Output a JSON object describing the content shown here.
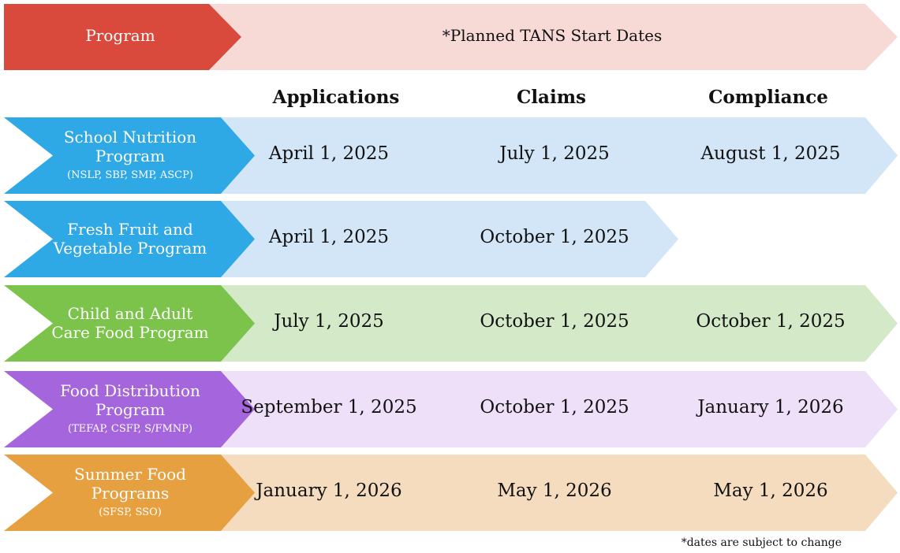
{
  "header": {
    "program_label": "Program",
    "title": "*Planned TANS Start Dates",
    "program_color": "#d9493c",
    "title_color": "#f7d9d6"
  },
  "columns": [
    "Applications",
    "Claims",
    "Compliance"
  ],
  "rows": [
    {
      "name_lines": [
        "School Nutrition",
        "Program"
      ],
      "subtitle": "(NSLP, SBP, SMP, ASCP)",
      "dates": [
        "April 1, 2025",
        "July 1, 2025",
        "August 1, 2025"
      ],
      "color": "#2fa8e6",
      "light": "#d2e6f8"
    },
    {
      "name_lines": [
        "Fresh Fruit and",
        "Vegetable Program"
      ],
      "subtitle": "",
      "dates": [
        "April 1, 2025",
        "October 1, 2025",
        ""
      ],
      "color": "#2fa8e6",
      "light": "#d2e6f8"
    },
    {
      "name_lines": [
        "Child and Adult",
        "Care Food Program"
      ],
      "subtitle": "",
      "dates": [
        "July 1, 2025",
        "October 1, 2025",
        "October 1, 2025"
      ],
      "color": "#7cc34b",
      "light": "#d4e9c7"
    },
    {
      "name_lines": [
        "Food Distribution",
        "Program"
      ],
      "subtitle": "(TEFAP, CSFP, S/FMNP)",
      "dates": [
        "September 1, 2025",
        "October 1, 2025",
        "January 1, 2026"
      ],
      "color": "#a565dd",
      "light": "#eee0f8"
    },
    {
      "name_lines": [
        "Summer Food",
        "Programs"
      ],
      "subtitle": "(SFSP, SSO)",
      "dates": [
        "January 1, 2026",
        "May 1, 2026",
        "May 1, 2026"
      ],
      "color": "#e6a040",
      "light": "#f5dcbe"
    }
  ],
  "footnote": "*dates are subject to change"
}
